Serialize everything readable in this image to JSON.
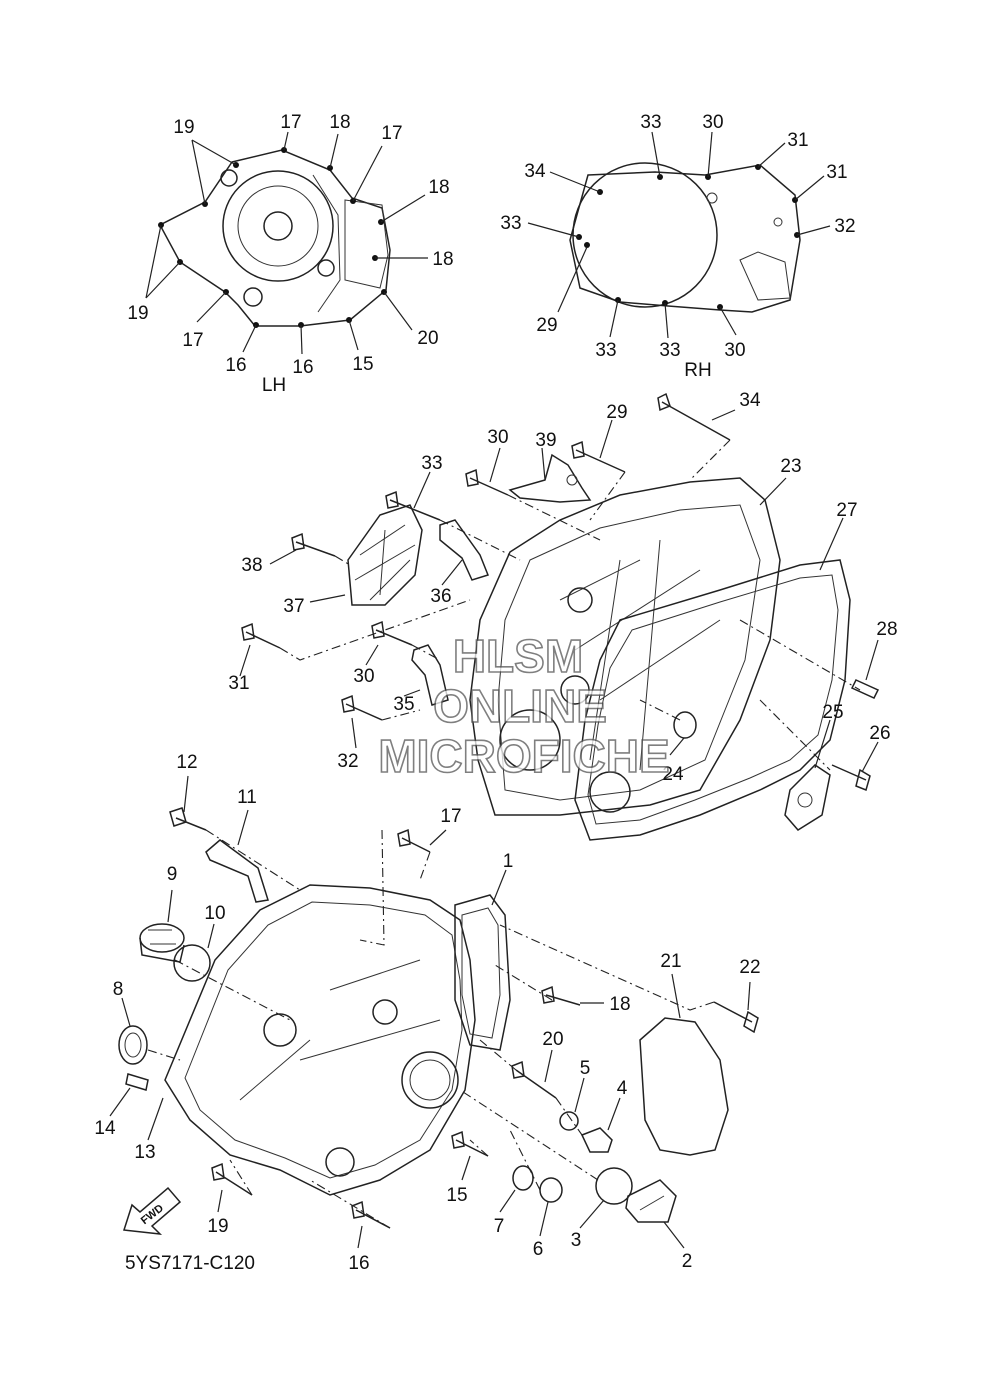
{
  "diagram_code": "5YS7171-C120",
  "lh_caption": "LH",
  "rh_caption": "RH",
  "fwd_label": "FWD",
  "watermark": [
    "HLSM",
    "ONLINE",
    "MICROFICHE"
  ],
  "callouts": [
    {
      "id": "lh-19a",
      "text": "19"
    },
    {
      "id": "lh-17a",
      "text": "17"
    },
    {
      "id": "lh-18a",
      "text": "18"
    },
    {
      "id": "lh-17b",
      "text": "17"
    },
    {
      "id": "lh-18b",
      "text": "18"
    },
    {
      "id": "lh-18c",
      "text": "18"
    },
    {
      "id": "lh-20",
      "text": "20"
    },
    {
      "id": "lh-15",
      "text": "15"
    },
    {
      "id": "lh-16a",
      "text": "16"
    },
    {
      "id": "lh-16b",
      "text": "16"
    },
    {
      "id": "lh-17c",
      "text": "17"
    },
    {
      "id": "lh-19b",
      "text": "19"
    },
    {
      "id": "rh-33a",
      "text": "33"
    },
    {
      "id": "rh-30a",
      "text": "30"
    },
    {
      "id": "rh-31a",
      "text": "31"
    },
    {
      "id": "rh-31b",
      "text": "31"
    },
    {
      "id": "rh-34",
      "text": "34"
    },
    {
      "id": "rh-33b",
      "text": "33"
    },
    {
      "id": "rh-32",
      "text": "32"
    },
    {
      "id": "rh-29",
      "text": "29"
    },
    {
      "id": "rh-33c",
      "text": "33"
    },
    {
      "id": "rh-33d",
      "text": "33"
    },
    {
      "id": "rh-30b",
      "text": "30"
    },
    {
      "id": "p34",
      "text": "34"
    },
    {
      "id": "p29",
      "text": "29"
    },
    {
      "id": "p30a",
      "text": "30"
    },
    {
      "id": "p39",
      "text": "39"
    },
    {
      "id": "p33",
      "text": "33"
    },
    {
      "id": "p23",
      "text": "23"
    },
    {
      "id": "p27",
      "text": "27"
    },
    {
      "id": "p38",
      "text": "38"
    },
    {
      "id": "p37",
      "text": "37"
    },
    {
      "id": "p36",
      "text": "36"
    },
    {
      "id": "p28",
      "text": "28"
    },
    {
      "id": "p31",
      "text": "31"
    },
    {
      "id": "p30b",
      "text": "30"
    },
    {
      "id": "p35",
      "text": "35"
    },
    {
      "id": "p25",
      "text": "25"
    },
    {
      "id": "p26",
      "text": "26"
    },
    {
      "id": "p32",
      "text": "32"
    },
    {
      "id": "p24",
      "text": "24"
    },
    {
      "id": "p12",
      "text": "12"
    },
    {
      "id": "p11",
      "text": "11"
    },
    {
      "id": "p17",
      "text": "17"
    },
    {
      "id": "p1",
      "text": "1"
    },
    {
      "id": "p9",
      "text": "9"
    },
    {
      "id": "p10",
      "text": "10"
    },
    {
      "id": "p21",
      "text": "21"
    },
    {
      "id": "p22",
      "text": "22"
    },
    {
      "id": "p8",
      "text": "8"
    },
    {
      "id": "p18",
      "text": "18"
    },
    {
      "id": "p20",
      "text": "20"
    },
    {
      "id": "p5",
      "text": "5"
    },
    {
      "id": "p4",
      "text": "4"
    },
    {
      "id": "p14",
      "text": "14"
    },
    {
      "id": "p13",
      "text": "13"
    },
    {
      "id": "p15",
      "text": "15"
    },
    {
      "id": "p7",
      "text": "7"
    },
    {
      "id": "p6",
      "text": "6"
    },
    {
      "id": "p3",
      "text": "3"
    },
    {
      "id": "p2",
      "text": "2"
    },
    {
      "id": "p19",
      "text": "19"
    },
    {
      "id": "p16",
      "text": "16"
    }
  ]
}
